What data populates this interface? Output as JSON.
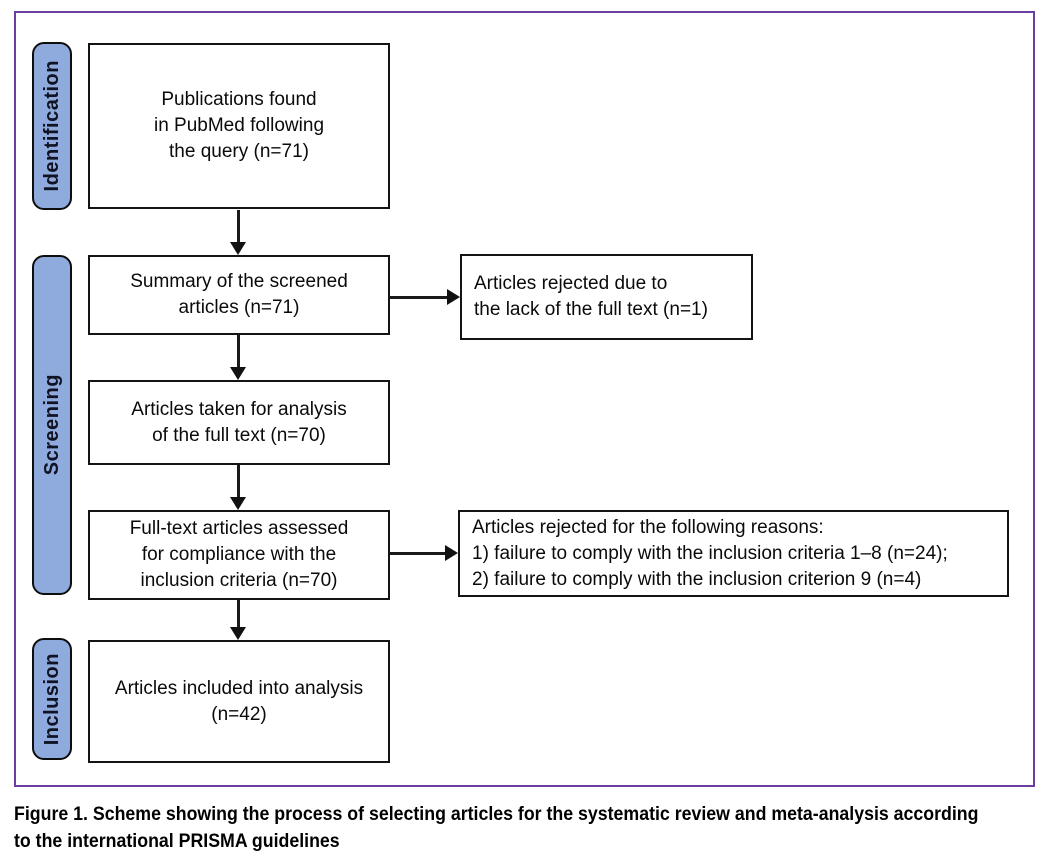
{
  "diagram": {
    "stages": [
      {
        "label": "Identification"
      },
      {
        "label": "Screening"
      },
      {
        "label": "Inclusion"
      }
    ],
    "boxes": {
      "publications_found": "Publications found\nin PubMed following\nthe query (n=71)",
      "screened_summary": "Summary of the screened\narticles (n=71)",
      "rejected_no_fulltext": "Articles rejected due to\nthe lack of the full text (n=1)",
      "taken_for_analysis": "Articles taken for analysis\nof the full text (n=70)",
      "fulltext_assessed": "Full-text articles assessed\nfor compliance with the\ninclusion criteria (n=70)",
      "rejected_reasons": "Articles rejected for the following reasons:\n1) failure to comply with the inclusion criteria 1–8 (n=24);\n2) failure to comply with the inclusion criterion 9 (n=4)",
      "included_in_analysis": "Articles included into analysis\n(n=42)"
    },
    "caption_lines": [
      "Figure 1. Scheme showing the process of selecting articles for the systematic review and meta-analysis according",
      "to the international PRISMA guidelines"
    ],
    "colors": {
      "stage_fill": "#8FAADC",
      "frame_border": "#6B3FA0",
      "box_border": "#141414",
      "text": "#000000"
    }
  }
}
